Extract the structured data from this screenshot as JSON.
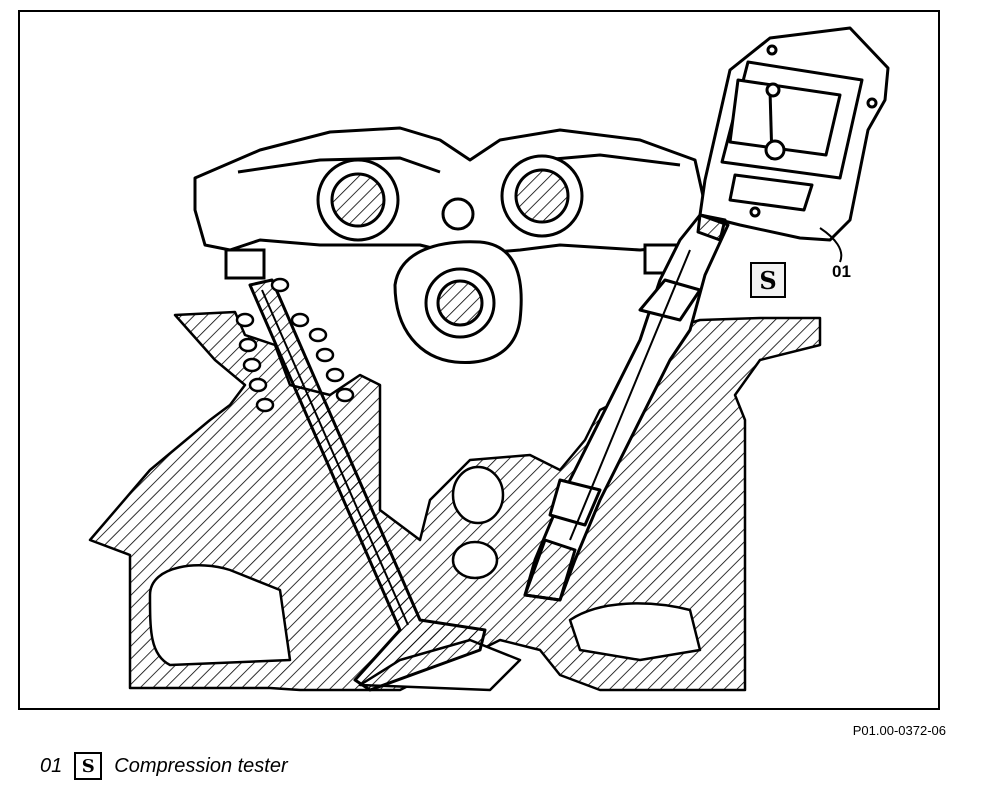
{
  "diagram": {
    "callout_number": "01",
    "tool_icon": "special-tool-icon",
    "tool_glyph": "S",
    "figure_code": "P01.00-0372-06"
  },
  "legend": {
    "number": "01",
    "tool_glyph": "S",
    "label": "Compression tester"
  }
}
